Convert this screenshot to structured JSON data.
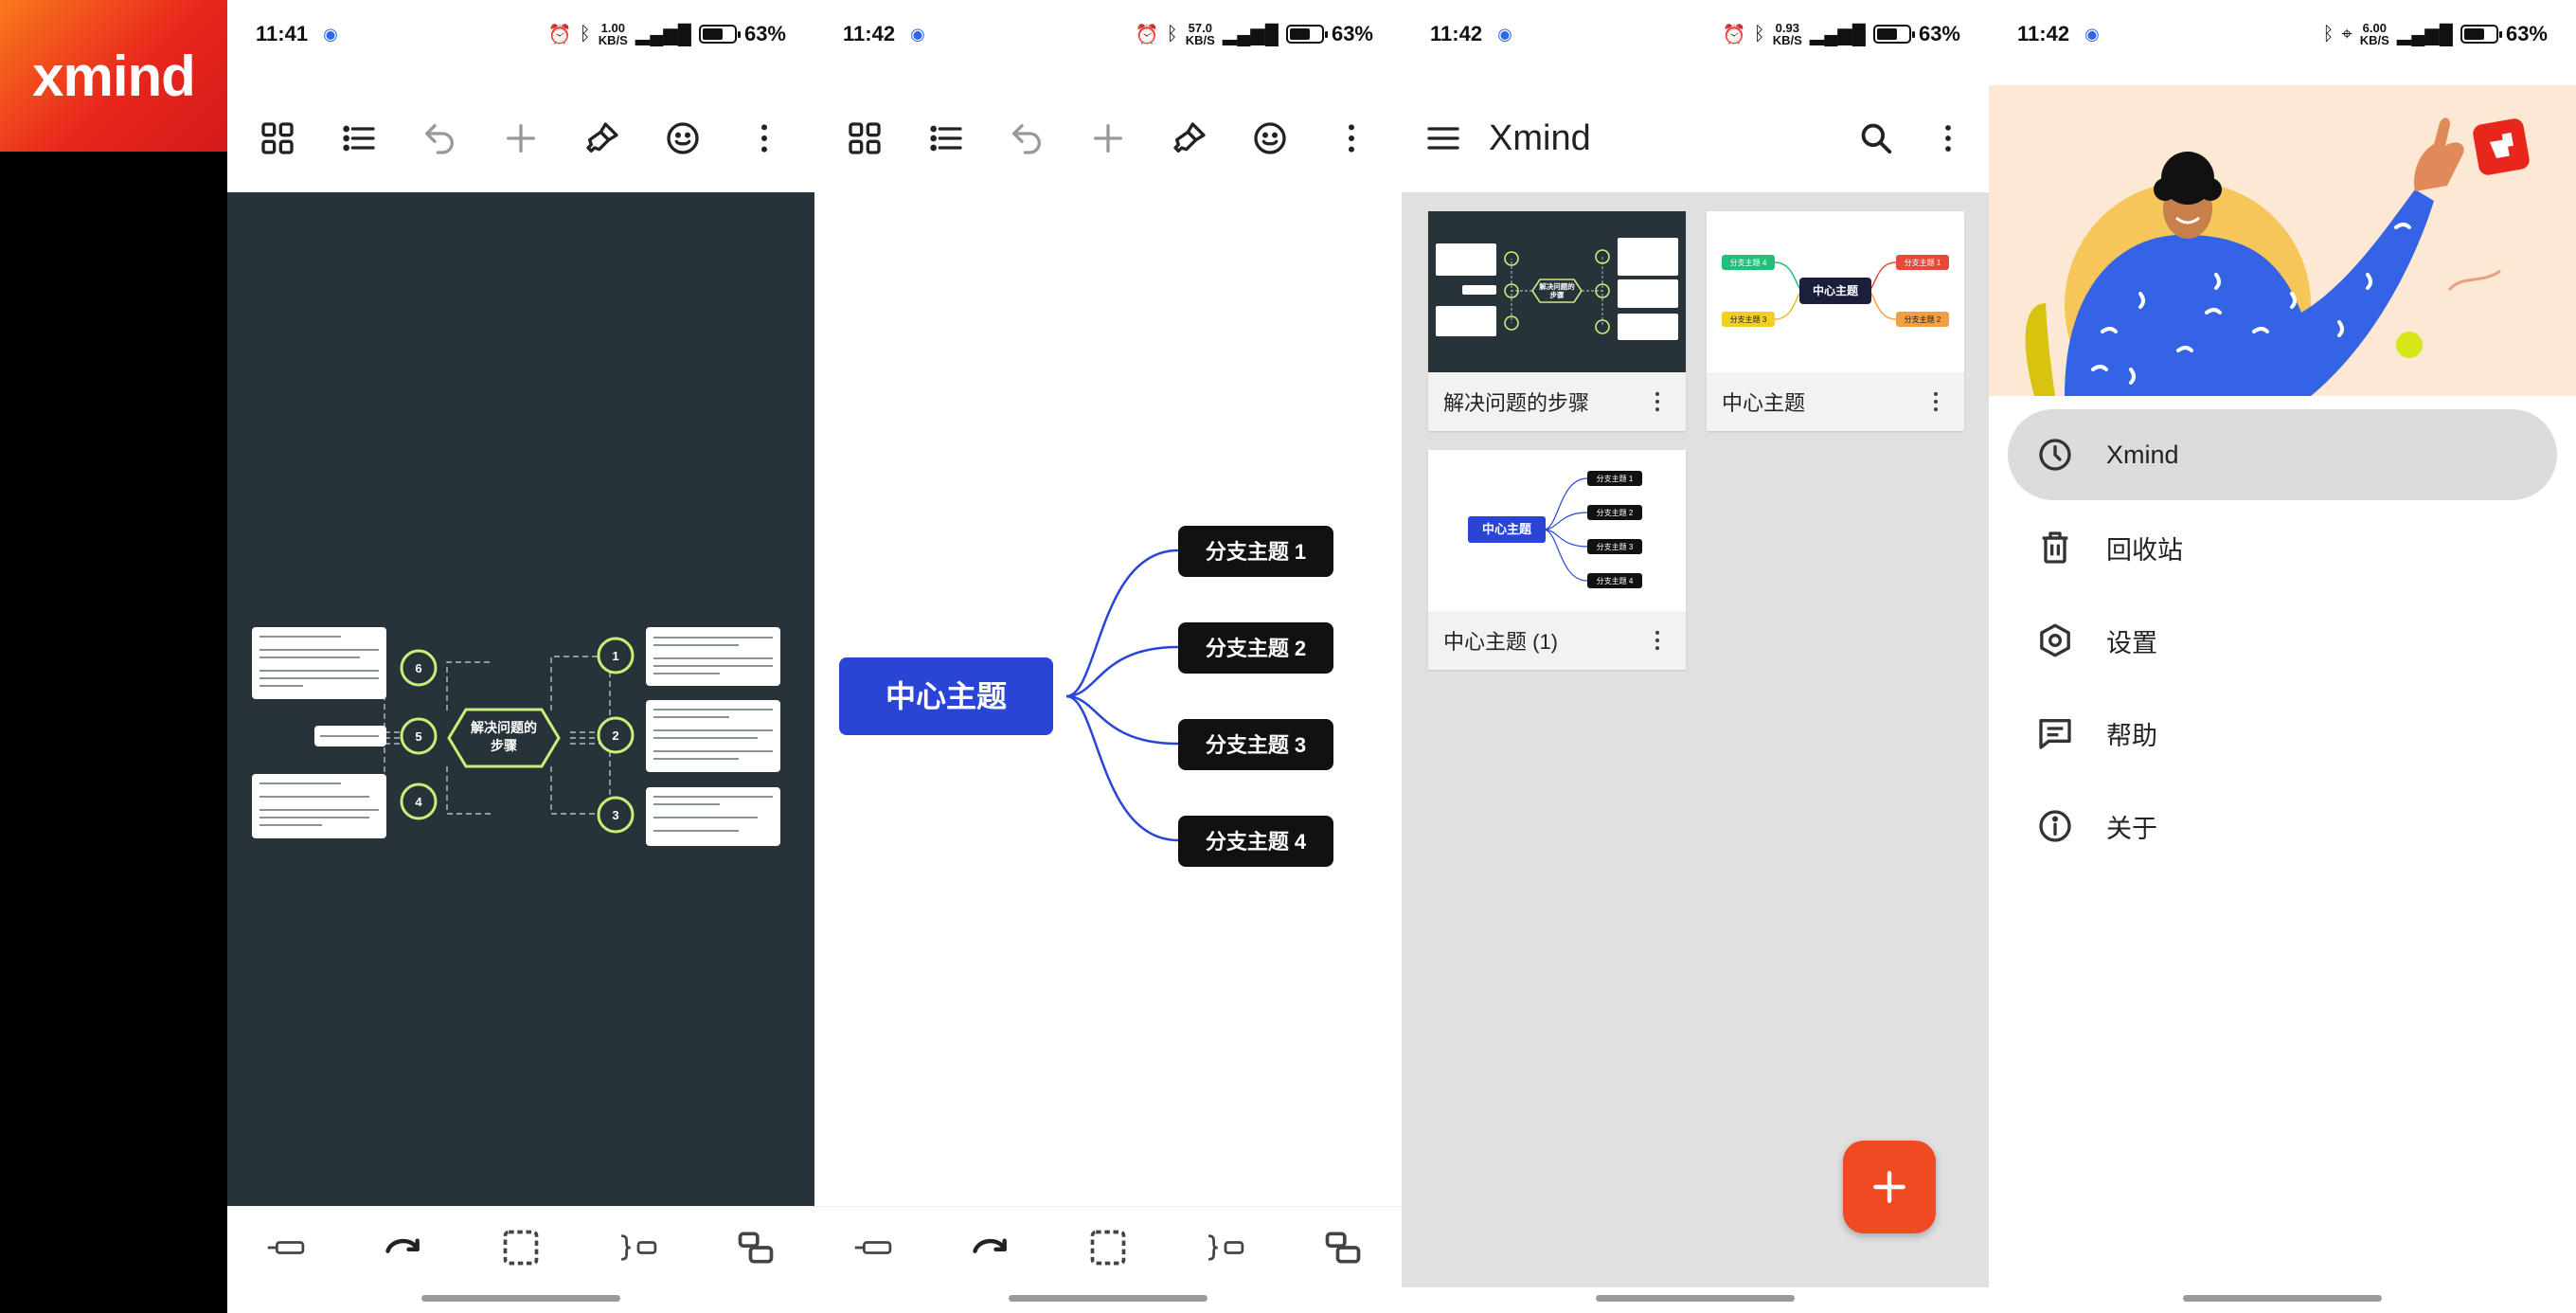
{
  "logo": {
    "text": "xmind"
  },
  "panels": [
    {
      "status": {
        "time": "11:41",
        "speed_top": "1.00",
        "speed_bottom": "KB/S",
        "battery": "63%",
        "battery_level": 0.63
      },
      "mindmap": {
        "center": "解决问题的\n步骤",
        "numbers": [
          "1",
          "2",
          "3",
          "4",
          "5",
          "6"
        ],
        "notes": [
          "评估解决方案的效果。",
          "识别问题：明确问题是什么，例如：“我没有足够的时间学习。”",
          "列出所有可能的解决方案。这可能需要创造性思维。",
          "下一步是执行你所选定的解决方案。",
          "我需要更多的解决方案。",
          "明确要用来说什么。"
        ]
      }
    },
    {
      "status": {
        "time": "11:42",
        "speed_top": "57.0",
        "speed_bottom": "KB/S",
        "battery": "63%",
        "battery_level": 0.63
      },
      "mindmap": {
        "center": "中心主题",
        "branches": [
          "分支主题 1",
          "分支主题 2",
          "分支主题 3",
          "分支主题 4"
        ]
      }
    },
    {
      "status": {
        "time": "11:42",
        "speed_top": "0.93",
        "speed_bottom": "KB/S",
        "battery": "63%",
        "battery_level": 0.63
      },
      "appbar_title": "Xmind",
      "cards": [
        {
          "title": "解决问题的步骤",
          "thumb_center": "解决问题的步骤"
        },
        {
          "title": "中心主题",
          "thumb_center": "中心主题",
          "thumb_branches": [
            "分支主题 4",
            "分支主题 3",
            "分支主题 1",
            "分支主题 2"
          ]
        },
        {
          "title": "中心主题 (1)",
          "thumb_center": "中心主题",
          "thumb_branches": [
            "分支主题 1",
            "分支主题 2",
            "分支主题 3",
            "分支主题 4"
          ]
        }
      ]
    },
    {
      "status": {
        "time": "11:42",
        "speed_top": "6.00",
        "speed_bottom": "KB/S",
        "battery": "63%",
        "battery_level": 0.63
      },
      "menu": [
        {
          "label": "Xmind",
          "icon": "clock-icon",
          "active": true
        },
        {
          "label": "回收站",
          "icon": "trash-icon"
        },
        {
          "label": "设置",
          "icon": "settings-icon"
        },
        {
          "label": "帮助",
          "icon": "help-icon"
        },
        {
          "label": "关于",
          "icon": "info-icon"
        }
      ]
    }
  ],
  "colors": {
    "brand": "#e8261c",
    "dark_canvas": "#283339",
    "accent_green": "#c6f07a",
    "center_blue": "#2a45d6",
    "fab": "#f04a23"
  }
}
